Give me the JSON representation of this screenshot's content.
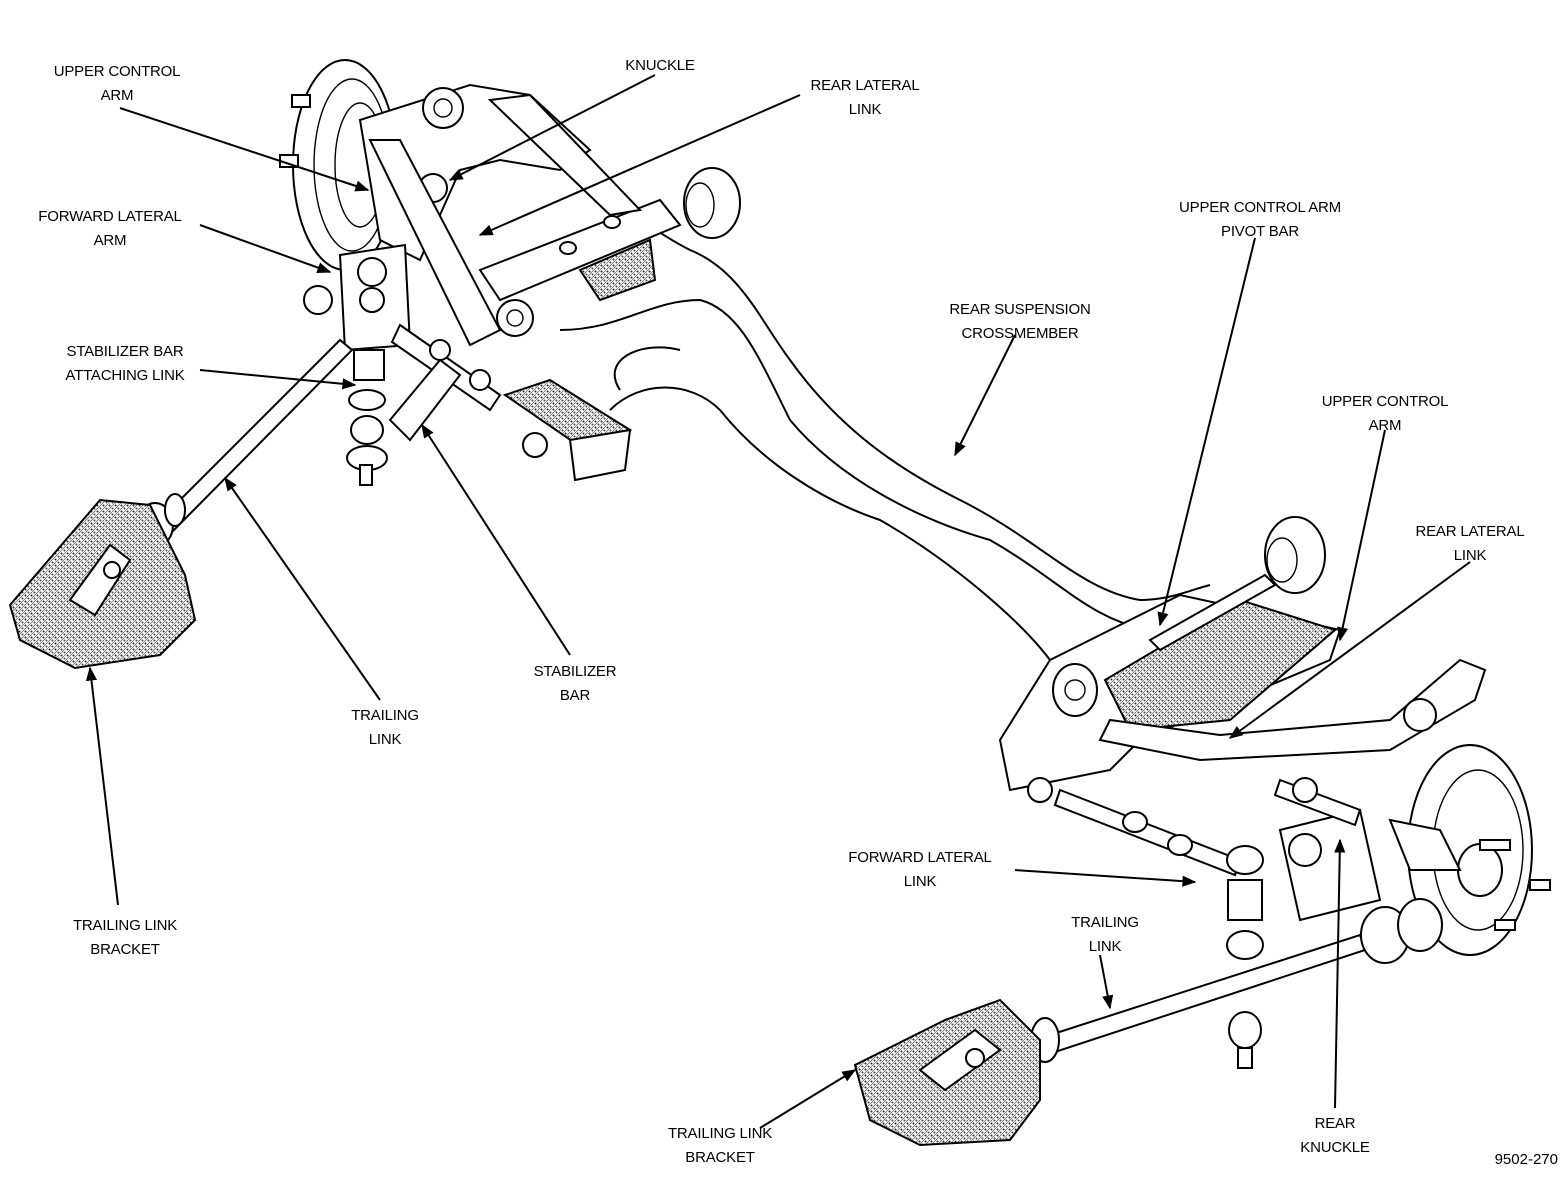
{
  "labels": {
    "upper_control_arm_left": [
      "UPPER CONTROL",
      "ARM"
    ],
    "knuckle": [
      "KNUCKLE"
    ],
    "rear_lateral_link_top": [
      "REAR LATERAL",
      "LINK"
    ],
    "forward_lateral_arm": [
      "FORWARD LATERAL",
      "ARM"
    ],
    "stabilizer_bar_attaching_link": [
      "STABILIZER BAR",
      "ATTACHING LINK"
    ],
    "upper_control_arm_pivot_bar": [
      "UPPER CONTROL ARM",
      "PIVOT BAR"
    ],
    "rear_suspension_crossmember": [
      "REAR SUSPENSION",
      "CROSSMEMBER"
    ],
    "upper_control_arm_right": [
      "UPPER CONTROL",
      "ARM"
    ],
    "rear_lateral_link_right": [
      "REAR LATERAL",
      "LINK"
    ],
    "stabilizer_bar": [
      "STABILIZER",
      "BAR"
    ],
    "trailing_link_left": [
      "TRAILING",
      "LINK"
    ],
    "trailing_link_bracket_left": [
      "TRAILING LINK",
      "BRACKET"
    ],
    "forward_lateral_link": [
      "FORWARD LATERAL",
      "LINK"
    ],
    "trailing_link_right": [
      "TRAILING",
      "LINK"
    ],
    "trailing_link_bracket_bottom": [
      "TRAILING LINK",
      "BRACKET"
    ],
    "rear_knuckle": [
      "REAR",
      "KNUCKLE"
    ]
  },
  "figure_number": "9502-270"
}
